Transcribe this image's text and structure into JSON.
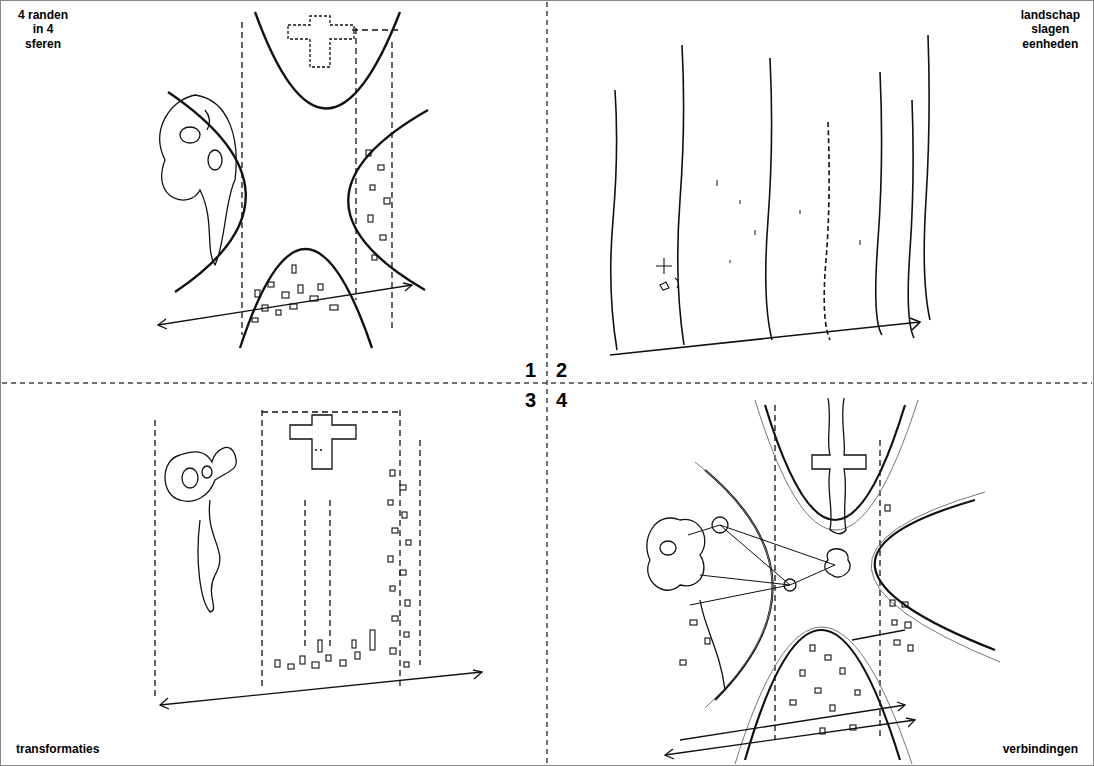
{
  "diagram": {
    "labels": [
      "4 randen in 4 sferen",
      "landschap slagen eenheden",
      "transformaties",
      "verbindingen",
      "1",
      "2",
      "3",
      "4"
    ]
  }
}
